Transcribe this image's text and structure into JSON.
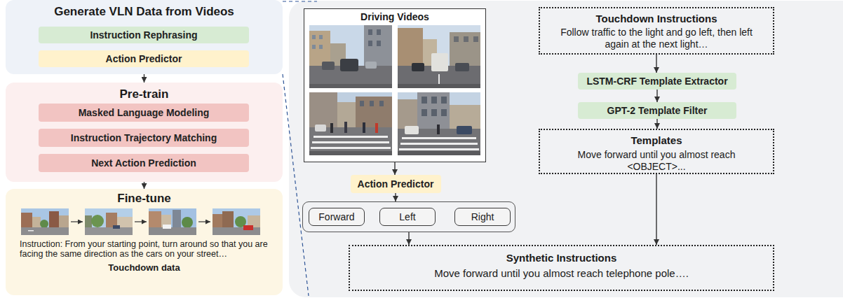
{
  "diagram": {
    "nodes": [
      {
        "text": [
          "Generate VLN Data from Videos"
        ]
      },
      {
        "text": [
          "Instruction Rephrasing"
        ],
        "in": 0
      },
      {
        "text": [
          "Action Predictor"
        ],
        "in": 0
      },
      {
        "text": [
          "Pre-train"
        ]
      },
      {
        "text": [
          "Masked Language Modeling"
        ],
        "in": 3
      },
      {
        "text": [
          "Instruction Trajectory Matching"
        ],
        "in": 3
      },
      {
        "text": [
          "Next Action Prediction"
        ],
        "in": 3
      },
      {
        "text": [
          "Fine-tune",
          "Instruction: From your starting point, turn around so that you are facing the same direction as the cars on your street…",
          "Touchdown data"
        ]
      },
      {
        "text": [
          "Driving Videos"
        ]
      },
      {
        "text": [
          "Touchdown Instructions",
          "Follow traffic to the light and go left, then left again at the next light…"
        ]
      },
      {
        "text": [
          "Action Predictor"
        ]
      },
      {
        "text": []
      },
      {
        "text": [
          "Forward"
        ],
        "in": 11
      },
      {
        "text": [
          "Left"
        ],
        "in": 11
      },
      {
        "text": [
          "Right"
        ],
        "in": 11
      },
      {
        "text": [
          "LSTM-CRF Template Extractor"
        ]
      },
      {
        "text": [
          "GPT-2 Template Filter"
        ]
      },
      {
        "text": [
          "Templates",
          "Move forward until you almost reach <OBJECT>..."
        ]
      },
      {
        "text": [
          "Synthetic Instructions",
          "Move forward until you almost reach telephone pole…."
        ]
      }
    ],
    "edges": [
      {
        "from": 0,
        "to": 3,
        "arrow": "to"
      },
      {
        "from": 3,
        "to": 7,
        "arrow": "to"
      },
      {
        "from": 8,
        "to": 10,
        "arrow": "to"
      },
      {
        "from": 10,
        "to": 11,
        "arrow": "to"
      },
      {
        "from": 11,
        "to": 18,
        "arrow": "to"
      },
      {
        "from": 9,
        "to": 15,
        "arrow": "to"
      },
      {
        "from": 15,
        "to": 16,
        "arrow": "to"
      },
      {
        "from": 16,
        "to": 17,
        "arrow": "to"
      },
      {
        "from": 17,
        "to": 18,
        "arrow": "to"
      }
    ]
  }
}
